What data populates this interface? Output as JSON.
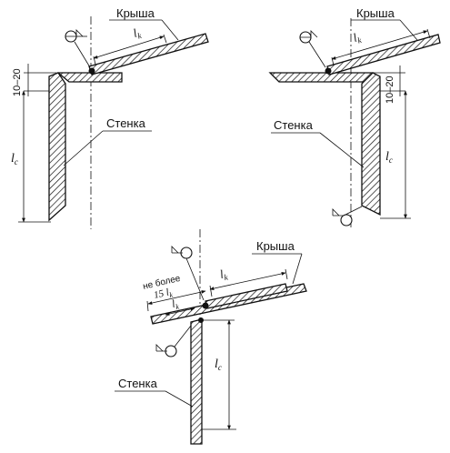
{
  "labels": {
    "roof": "Крыша",
    "wall": "Стенка",
    "gap": "10–20",
    "not_more": "не более",
    "lk_15": "15 l",
    "lk_15_sub": "k",
    "lk": "l",
    "lk_sub": "k",
    "lc": "l",
    "lc_sub": "c"
  }
}
